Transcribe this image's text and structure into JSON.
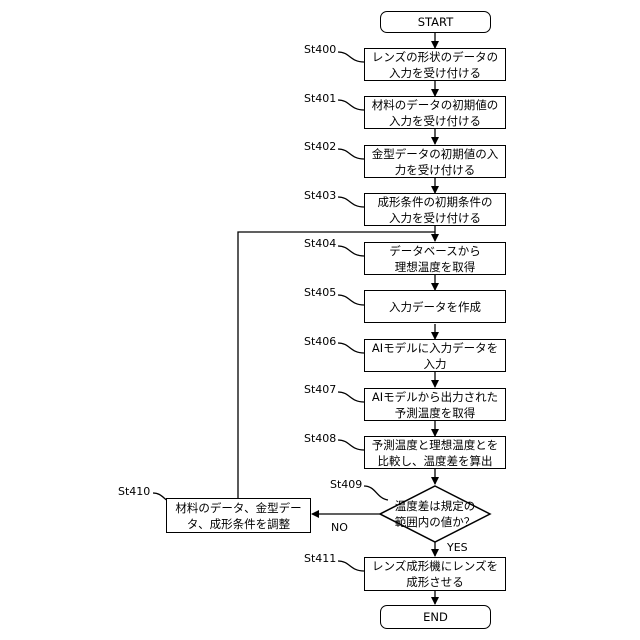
{
  "terminals": {
    "start": "START",
    "end": "END"
  },
  "steps": [
    {
      "id": "St400",
      "lines": [
        "レンズの形状のデータの",
        "入力を受け付ける"
      ]
    },
    {
      "id": "St401",
      "lines": [
        "材料のデータの初期値の",
        "入力を受け付ける"
      ]
    },
    {
      "id": "St402",
      "lines": [
        "金型データの初期値の入",
        "力を受け付ける"
      ]
    },
    {
      "id": "St403",
      "lines": [
        "成形条件の初期条件の",
        "入力を受け付ける"
      ]
    },
    {
      "id": "St404",
      "lines": [
        "データベースから",
        "理想温度を取得"
      ]
    },
    {
      "id": "St405",
      "lines": [
        "入力データを作成"
      ]
    },
    {
      "id": "St406",
      "lines": [
        "AIモデルに入力データを",
        "入力"
      ]
    },
    {
      "id": "St407",
      "lines": [
        "AIモデルから出力された",
        "予測温度を取得"
      ]
    },
    {
      "id": "St408",
      "lines": [
        "予測温度と理想温度とを",
        "比較し、温度差を算出"
      ]
    }
  ],
  "decision": {
    "id": "St409",
    "lines": [
      "温度差は規定の",
      "範囲内の値か？"
    ],
    "yes": "YES",
    "no": "NO"
  },
  "adjust": {
    "id": "St410",
    "lines": [
      "材料のデータ、金型デー",
      "タ、成形条件を調整"
    ]
  },
  "final_step": {
    "id": "St411",
    "lines": [
      "レンズ成形機にレンズを",
      "成形させる"
    ]
  }
}
